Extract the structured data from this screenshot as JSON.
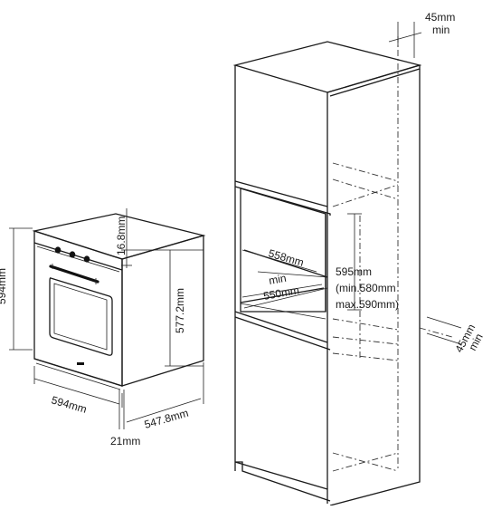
{
  "dimensions": {
    "top_gap": "45mm",
    "top_gap_min": "min",
    "side_gap": "45mm",
    "side_gap_min": "min",
    "oven_height": "594mm",
    "oven_panel_height": "16.8mm",
    "oven_body_height": "577.2mm",
    "oven_width": "594mm",
    "oven_depth": "547.8mm",
    "oven_front_thickness": "21mm",
    "niche_width": "558mm",
    "niche_min": "min",
    "niche_min_width": "550mm",
    "niche_height": "595mm",
    "niche_height_min": "(min.580mm",
    "niche_height_max": "max.590mm)"
  }
}
